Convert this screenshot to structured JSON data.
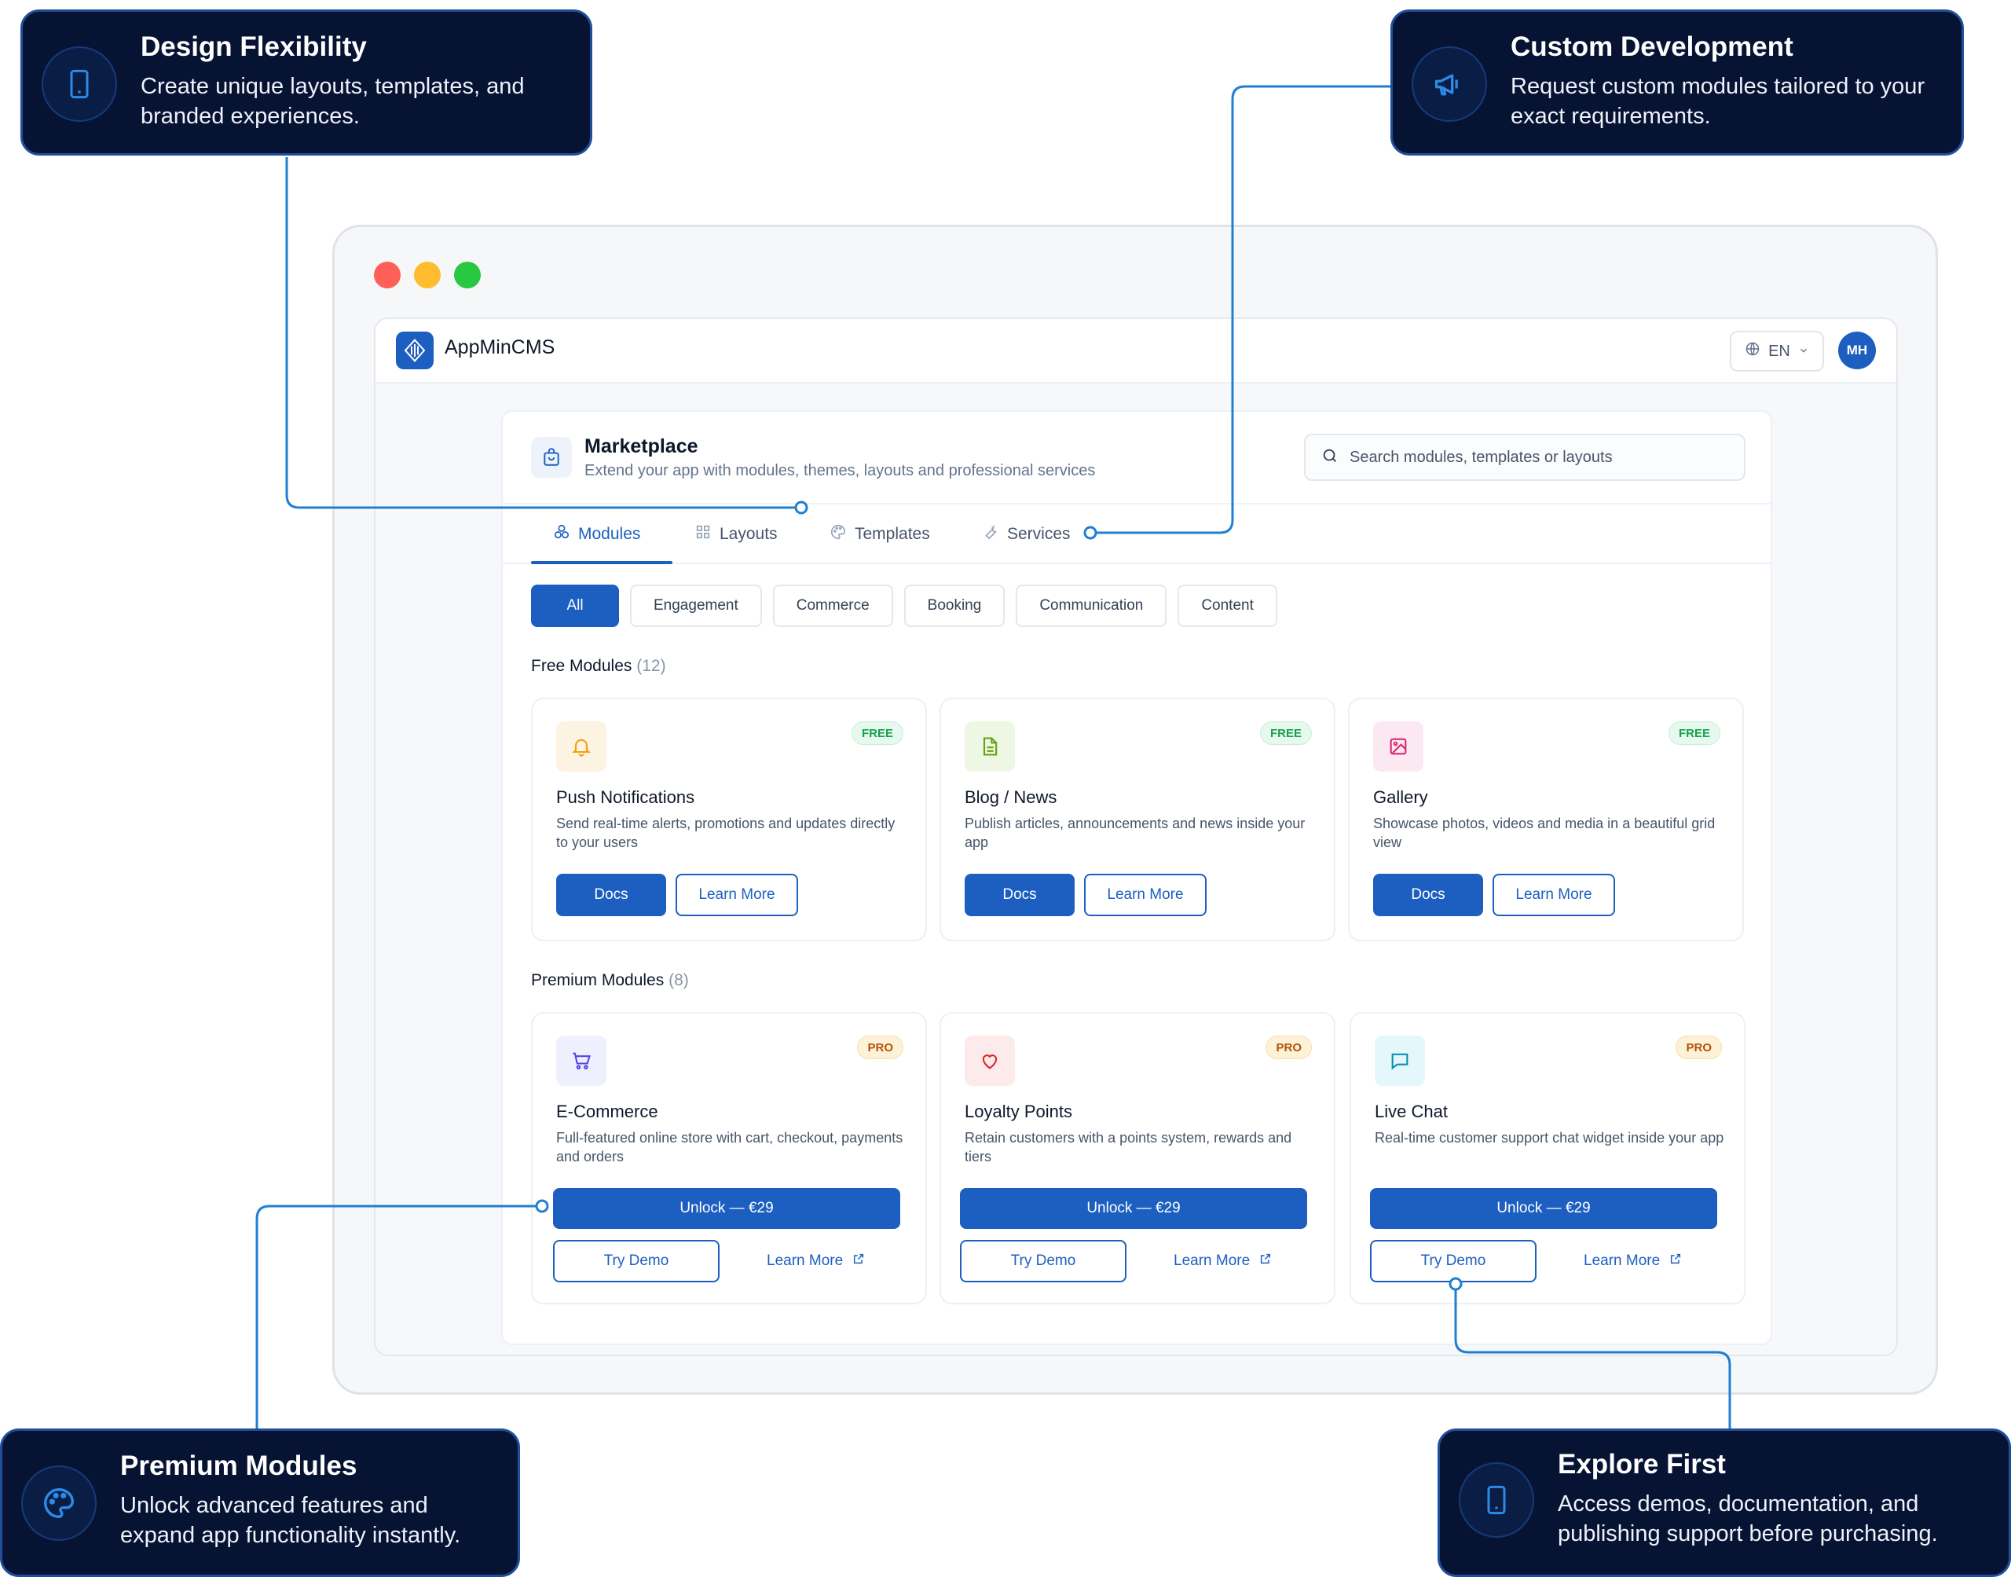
{
  "callouts": [
    {
      "title": "Design Flexibility",
      "desc": "Create unique layouts, templates, and branded experiences.",
      "icon": "smartphone-icon"
    },
    {
      "title": "Custom Development",
      "desc": "Request custom modules tailored to your exact requirements.",
      "icon": "megaphone-icon"
    },
    {
      "title": "Premium Modules",
      "desc": "Unlock advanced features and expand app functionality instantly.",
      "icon": "palette-icon"
    },
    {
      "title": "Explore First",
      "desc": "Access demos, documentation, and publishing support before purchasing.",
      "icon": "smartphone-icon"
    }
  ],
  "app": {
    "brand": "AppMinCMS",
    "language": "EN",
    "avatar_initials": "MH"
  },
  "marketplace": {
    "title": "Marketplace",
    "subtitle": "Extend your app with modules, themes, layouts and professional services",
    "search_placeholder": "Search modules, templates or layouts"
  },
  "tabs": [
    {
      "label": "Modules",
      "icon": "modules-icon",
      "active": true
    },
    {
      "label": "Layouts",
      "icon": "grid-icon",
      "active": false
    },
    {
      "label": "Templates",
      "icon": "palette-icon",
      "active": false
    },
    {
      "label": "Services",
      "icon": "wrench-icon",
      "active": false
    }
  ],
  "filters": [
    "All",
    "Engagement",
    "Commerce",
    "Booking",
    "Communication",
    "Content"
  ],
  "active_filter": "All",
  "free_section": {
    "label": "Free Modules",
    "count": "(12)"
  },
  "premium_section": {
    "label": "Premium Modules",
    "count": "(8)"
  },
  "free_modules": [
    {
      "title": "Push Notifications",
      "desc": "Send real-time alerts, promotions and updates directly to your users",
      "badge": "FREE",
      "icon": "bell-icon",
      "docs": "Docs",
      "learn": "Learn More"
    },
    {
      "title": "Blog / News",
      "desc": "Publish articles, announcements and news inside your app",
      "badge": "FREE",
      "icon": "document-icon",
      "docs": "Docs",
      "learn": "Learn More"
    },
    {
      "title": "Gallery",
      "desc": "Showcase photos, videos and media in a beautiful grid view",
      "badge": "FREE",
      "icon": "image-icon",
      "docs": "Docs",
      "learn": "Learn More"
    }
  ],
  "premium_modules": [
    {
      "title": "E-Commerce",
      "desc": "Full-featured online store with cart, checkout, payments and orders",
      "badge": "PRO",
      "icon": "cart-icon",
      "unlock": "Unlock — €29",
      "demo": "Try Demo",
      "learn": "Learn More"
    },
    {
      "title": "Loyalty Points",
      "desc": "Retain customers with a points system, rewards and tiers",
      "badge": "PRO",
      "icon": "heart-icon",
      "unlock": "Unlock — €29",
      "demo": "Try Demo",
      "learn": "Learn More"
    },
    {
      "title": "Live Chat",
      "desc": "Real-time customer support chat widget inside your app",
      "badge": "PRO",
      "icon": "chat-icon",
      "unlock": "Unlock — €29",
      "demo": "Try Demo",
      "learn": "Learn More"
    }
  ],
  "colors": {
    "accent": "#1d5fc0",
    "callout_bg": "#061333",
    "connector": "#1f7fd1",
    "dot_red": "#fe5f57",
    "dot_yellow": "#febc2e",
    "dot_green": "#28c840"
  }
}
